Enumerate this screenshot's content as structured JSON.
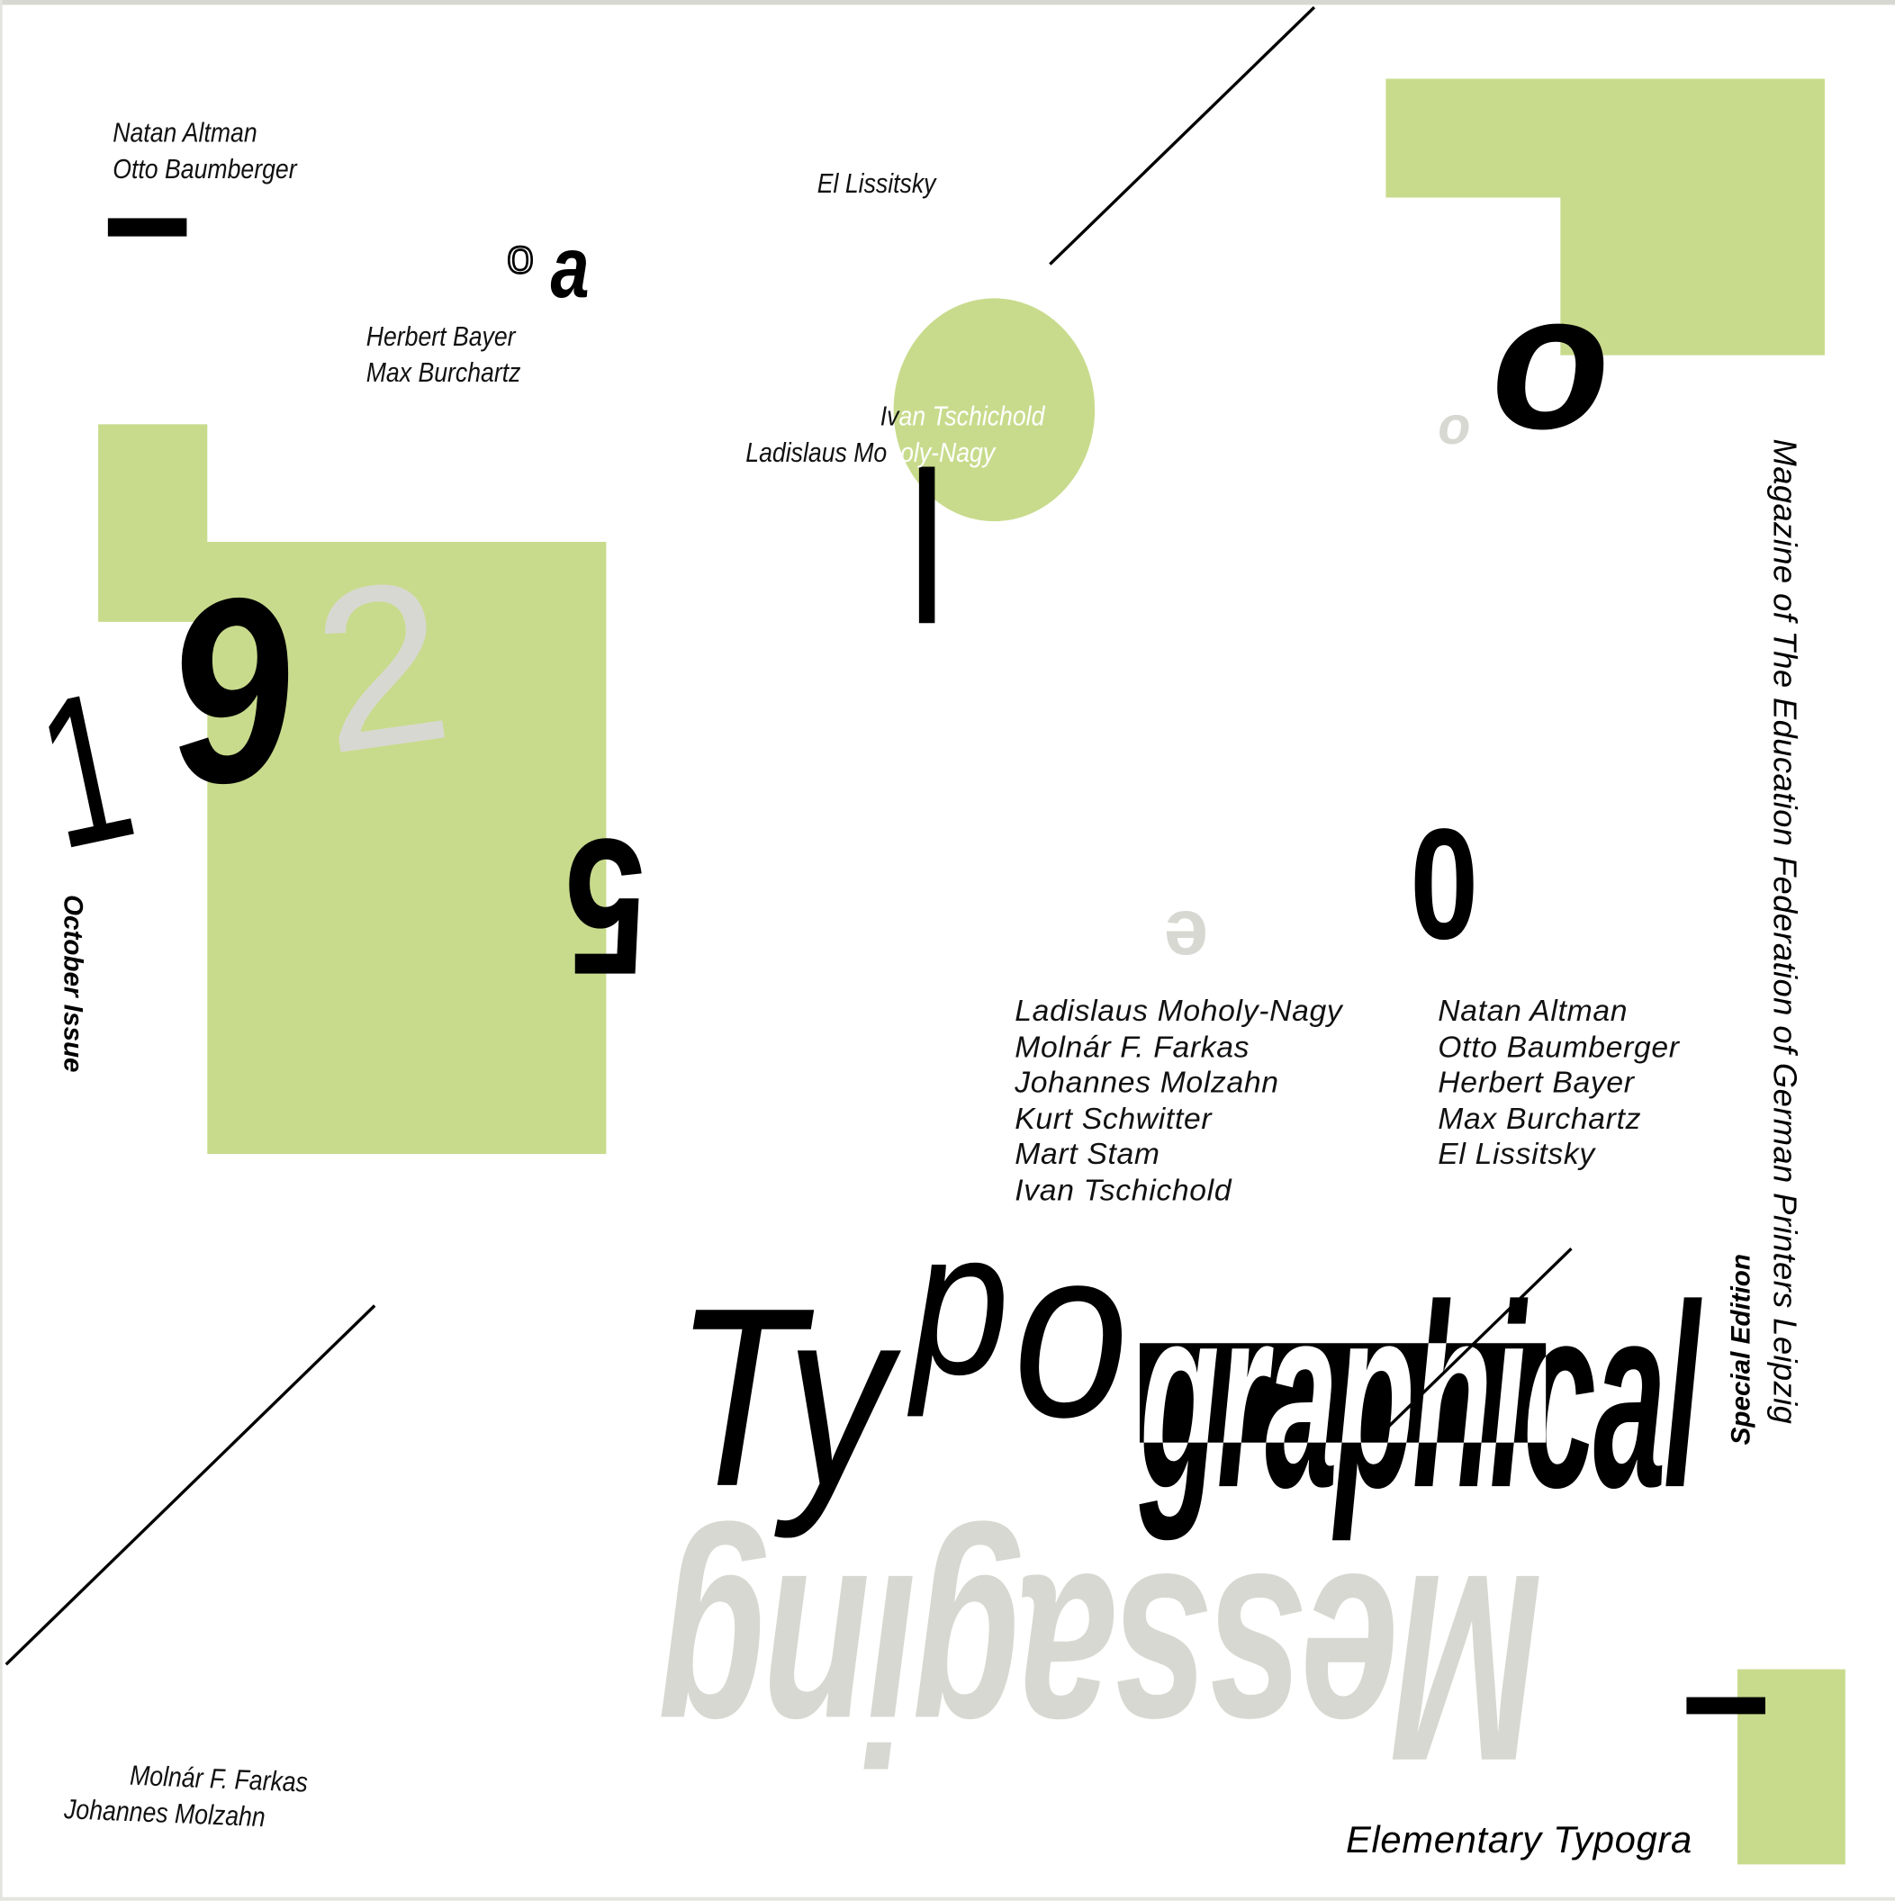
{
  "colors": {
    "accent_green": "#c8db8c",
    "gray": "#d8d8d2",
    "black": "#000000"
  },
  "names_top_left": [
    "Natan Altman",
    "Otto Baumberger"
  ],
  "name_el": "El Lissitsky",
  "names_mid": [
    "Herbert Bayer",
    "Max Burchartz"
  ],
  "circle_names": {
    "line1_a": "Iv",
    "line1_b": "an Tschichold",
    "line2_a": "Ladislaus Mo",
    "line2_b": "holy-Nagy"
  },
  "names_bottom_left": [
    "Molnár F. Farkas",
    "Johannes Molzahn"
  ],
  "list_left": [
    "Ladislaus Moholy-Nagy",
    "Molnár F. Farkas",
    "Johannes Molzahn",
    "Kurt Schwitter",
    "Mart Stam",
    "Ivan Tschichold"
  ],
  "list_right": [
    "Natan Altman",
    "Otto Baumberger",
    "Herbert Bayer",
    "Max Burchartz",
    "El Lissitsky"
  ],
  "year_digits": [
    "1",
    "9",
    "2",
    "5"
  ],
  "scattered_letters": {
    "a": "a",
    "small_o": "o",
    "big_o": "o",
    "gray_o": "o",
    "zero": "0",
    "e": "e"
  },
  "october": "October Issue",
  "special": "Special Edition",
  "magazine": "Magazine of The Education Federation of German Printers Leipzig",
  "title": {
    "ty": "Ty",
    "p": "p",
    "o": "o",
    "graphical": "graphical"
  },
  "messaging": "Messaging",
  "elementary": "Elementary Typogra"
}
